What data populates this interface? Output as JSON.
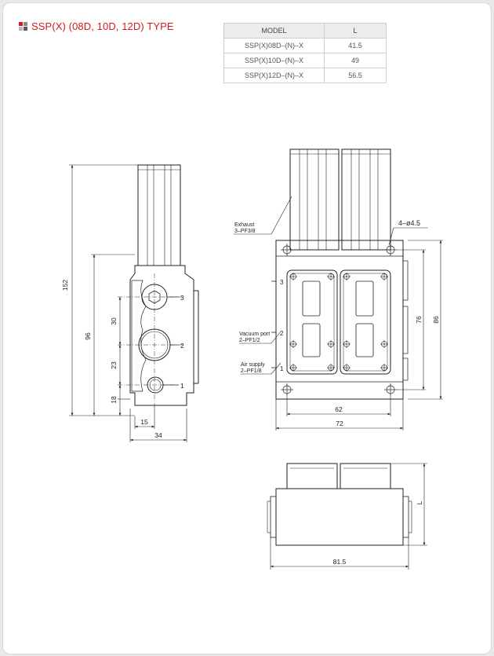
{
  "title": "SSP(X) (08D, 10D, 12D) TYPE",
  "colors": {
    "accent": "#d4191f",
    "icon_squares": [
      "#d4191f",
      "#8a8a8a",
      "#b9b9b9",
      "#5a5a5a"
    ]
  },
  "spec_table": {
    "headers": [
      "MODEL",
      "L"
    ],
    "rows": [
      {
        "model": "SSP(X)08D–(N)–X",
        "l": "41.5"
      },
      {
        "model": "SSP(X)10D–(N)–X",
        "l": "49"
      },
      {
        "model": "SSP(X)12D–(N)–X",
        "l": "56.5"
      }
    ]
  },
  "side_view": {
    "dims": {
      "overall_height": "152",
      "body_height": "96",
      "port_pitch_top": "30",
      "port_pitch_bottom": "23",
      "bottom_offset": "18",
      "port_offset": "15",
      "width": "34"
    },
    "ports": [
      "3",
      "2",
      "1"
    ]
  },
  "front_view": {
    "callouts": {
      "exhaust": [
        "Exhaust",
        "3–PF3/8"
      ],
      "vacuum": [
        "Vacuum port",
        "2–PF1/2"
      ],
      "air": [
        "Air supply",
        "2–PF1/8"
      ]
    },
    "mount_holes": "4–ø4.5",
    "port_numbers": [
      "3",
      "2",
      "1"
    ],
    "dims": {
      "hole_pitch_width": "62",
      "width": "72",
      "hole_pitch_height": "76",
      "height": "86"
    }
  },
  "bottom_view": {
    "dims": {
      "width": "81.5",
      "length": "L"
    }
  }
}
